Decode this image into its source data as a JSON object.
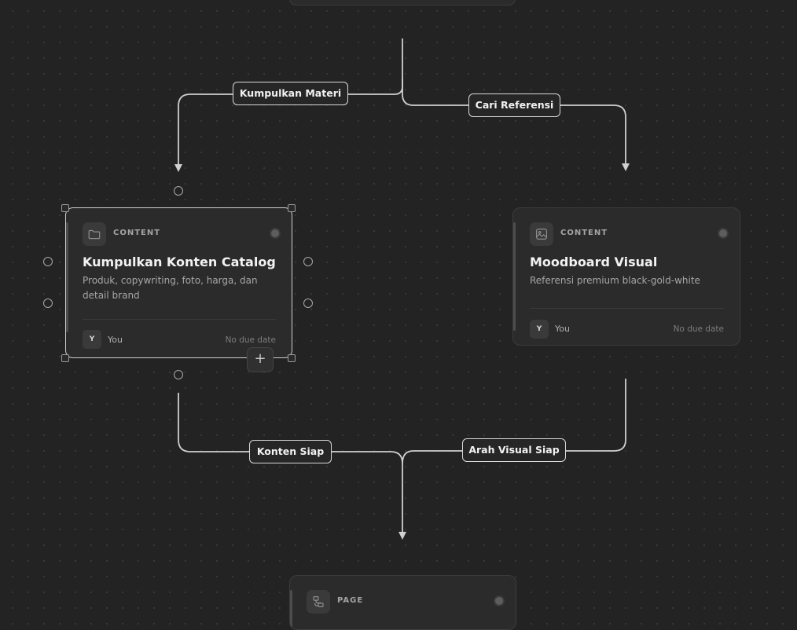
{
  "edges": {
    "kumpulkan_materi": "Kumpulkan Materi",
    "cari_referensi": "Cari Referensi",
    "konten_siap": "Konten Siap",
    "arah_visual_siap": "Arah Visual Siap"
  },
  "nodes": {
    "catalog": {
      "type": "CONTENT",
      "icon": "folder-icon",
      "title": "Kumpulkan Konten Catalog",
      "description": "Produk, copywriting, foto, harga, dan detail brand",
      "avatar": "Y",
      "owner": "You",
      "due": "No due date",
      "selected": true
    },
    "moodboard": {
      "type": "CONTENT",
      "icon": "image-icon",
      "title": "Moodboard Visual",
      "description": "Referensi premium black-gold-white",
      "avatar": "Y",
      "owner": "You",
      "due": "No due date"
    },
    "page": {
      "type": "PAGE",
      "icon": "workflow-icon"
    }
  },
  "add_button": "+",
  "colors": {
    "background": "#232323",
    "card": "#2b2b2b",
    "edge": "#cfcfcf",
    "selection": "#cfcfcf"
  }
}
